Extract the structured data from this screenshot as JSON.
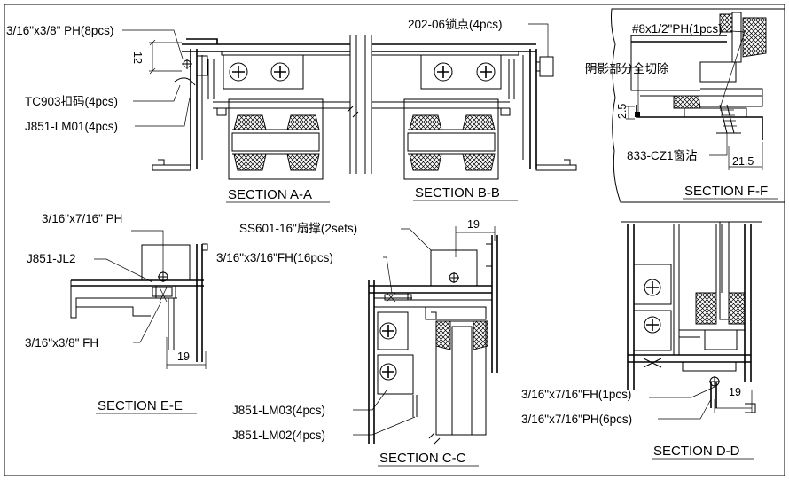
{
  "sections": {
    "aa": {
      "title": "SECTION  A-A"
    },
    "bb": {
      "title": "SECTION  B-B"
    },
    "ff": {
      "title": "SECTION  F-F"
    },
    "ee": {
      "title": "SECTION  E-E"
    },
    "cc": {
      "title": "SECTION  C-C"
    },
    "dd": {
      "title": "SECTION  D-D"
    }
  },
  "callouts": {
    "ph_3_16x3_8_8": "3/16\"x3/8\" PH(8pcs)",
    "tc903": "TC903扣码(4pcs)",
    "j851_lm01": "J851-LM01(4pcs)",
    "lock_202_06": "202-06锁点(4pcs)",
    "ph_8x1_2": "#8x1/2\"PH(1pcs)",
    "shaded_cut": "阴影部分全切除",
    "czl_833": "833-CZ1窗沾",
    "ph_3_16x7_16": "3/16\"x7/16\" PH",
    "j851_jl2": "J851-JL2",
    "fh_3_16x3_8": "3/16\"x3/8\" FH",
    "ss601": "SS601-16\"扇撑(2sets)",
    "fh_3_16x3_16": "3/16\"x3/16\"FH(16pcs)",
    "j851_lm03": "J851-LM03(4pcs)",
    "j851_lm02": "J851-LM02(4pcs)",
    "fh_3_16x7_16_1": "3/16\"x7/16\"FH(1pcs)",
    "ph_3_16x7_16_6": "3/16\"x7/16\"PH(6pcs)"
  },
  "dimensions": {
    "aa_12": "12",
    "ff_2_5": "2.5",
    "ff_21_5": "21.5",
    "ee_19": "19",
    "cc_19": "19",
    "dd_19": "19"
  }
}
